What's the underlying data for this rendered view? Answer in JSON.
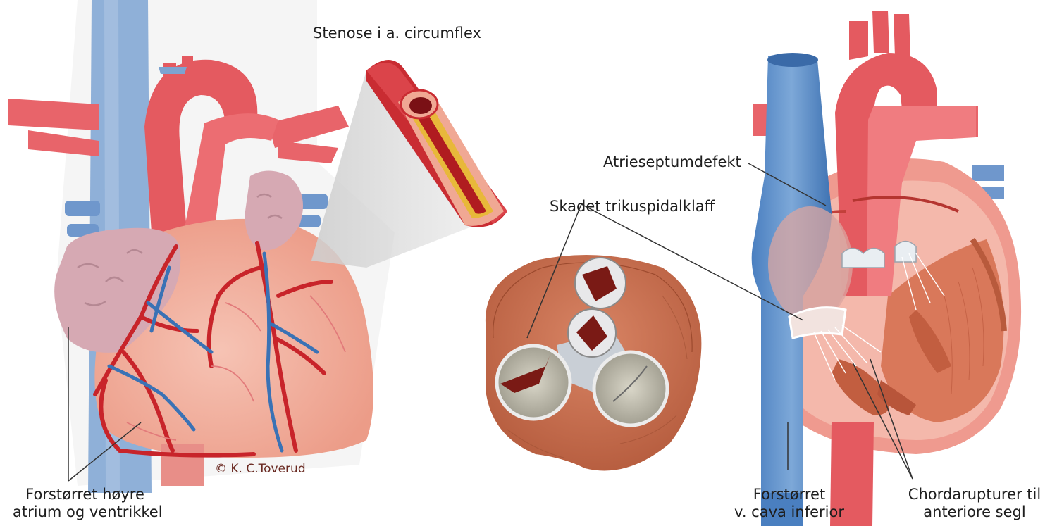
{
  "labels": {
    "stenosis": "Stenose i a. circumflex",
    "asd": "Atrieseptumdefekt",
    "tricuspid": "Skadet trikuspidalklaff",
    "enlarged_right_1": "Forstørret høyre",
    "enlarged_right_2": "atrium og ventrikkel",
    "ivc_1": "Forstørret",
    "ivc_2": "v. cava inferior",
    "chorda_1": "Chordarupturer til",
    "chorda_2": "anteriore segl"
  },
  "copyright": "© K. C.Toverud",
  "colors": {
    "artery": "#e8555a",
    "artery_dark": "#c0262c",
    "vein": "#7da3d0",
    "vein_dark": "#3a72b5",
    "muscle": "#c86a4a",
    "heart_skin": "#f4b0a0",
    "atrium": "#d9aab5",
    "blood": "#8a1a1a",
    "plaque": "#e8b83a",
    "leader": "#333333"
  }
}
